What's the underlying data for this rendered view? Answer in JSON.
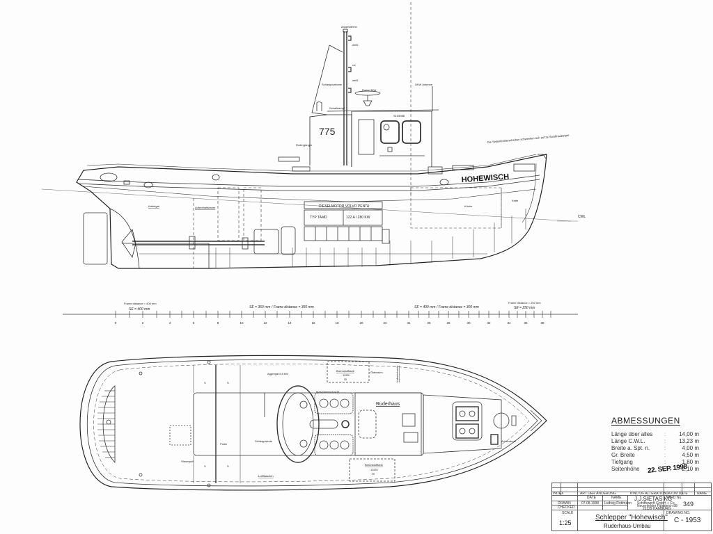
{
  "drawing": {
    "vessel_name": "HOHEWISCH",
    "hull_number_mark": "775",
    "wheelhouse_id": "S105988",
    "note_top_right": "Die Seitenfensterscheiben schwenken sich auf 3s Sandfraudanger",
    "mast_labels": [
      "Ankerlaterne",
      "weiß",
      "rot",
      "weiß"
    ],
    "labels_side": {
      "schleppturm": "Schleppturfonne",
      "antenna": "UKW Antenne",
      "radar": "Radar 36W",
      "funnel": "Schalldampf",
      "rudder_room": "Rudergänger",
      "kabelgat": "Kabelgat",
      "aufenthalt": "Aufenthaltsraum",
      "kueche": "Küche",
      "kette": "Kette",
      "cwl": "CWL"
    },
    "engine": {
      "line1": "DIESELMOTOR VOLVO PENTA",
      "line2": "TYP TAMD",
      "line3": "122 A / 280 KW"
    },
    "frame_scale": {
      "segments": [
        {
          "top": "Frame distance = 400 mm",
          "bottom": "SE = 400 mm"
        },
        {
          "top": "",
          "bottom": "SE = 350 mm / Frame distance = 350 mm"
        },
        {
          "top": "",
          "bottom": "SE = 400 mm / Frame distance = 300 mm"
        },
        {
          "top": "Frame distance = 250 mm",
          "bottom": "SE = 250 mm"
        }
      ],
      "ticks": [
        "0",
        "2",
        "4",
        "6",
        "8",
        "10",
        "12",
        "14",
        "16",
        "18",
        "20",
        "22",
        "31",
        "26",
        "28",
        "30",
        "32",
        "34",
        "36",
        "38"
      ]
    },
    "labels_plan": {
      "aggregat": "Aggregat 6,5 kW",
      "tank_top": "Brennstofftank",
      "tank_top_vol": "1025 l",
      "tank_top_sub": "Öl",
      "tank_bottom": "Brennstofftank",
      "tank_bottom_vol": "1025 l",
      "tank_bottom_sub": "Öl",
      "oelraum": "Ölabraum",
      "kabelsch": "Kabelschacht",
      "ruderhaus": "Ruderhaus",
      "luftflaschen": "Luftflaschen",
      "schlepper": "Schleppwinde",
      "poller": "Poller",
      "s": "S",
      "masch": "Maschinenschacht",
      "steuer": "Steuerpult",
      "ankerwinde": "Ankerwinde"
    }
  },
  "dimensions": {
    "title": "ABMESSUNGEN",
    "rows": [
      {
        "label": "Länge über alles",
        "value": "14,00 m"
      },
      {
        "label": "Länge C.W.L.",
        "value": "13,23 m"
      },
      {
        "label": "Breite a. Spt. n.",
        "value": "4,00 m"
      },
      {
        "label": "Gr. Breite",
        "value": "4,50 m"
      },
      {
        "label": "Tiefgang",
        "value": "1,80 m"
      },
      {
        "label": "Seitenhöhe",
        "value": "2,10 m"
      }
    ],
    "stamp": "22. SEP. 1998"
  },
  "title_block": {
    "rev_header": [
      "INDEX",
      "ART DER ÄNDERUNG",
      "KIND OF ALTERATION",
      "DATUM DATE",
      "NAME"
    ],
    "drawn_label": "DRAWN",
    "checked_label": "CHECKED",
    "date_label": "DATE",
    "name_label": "NAME",
    "drawn_date": "07.08.1998",
    "drawn_name": "Ludwig Rottmann",
    "company": "J.J.SIETAS KG",
    "company_line2": "Schiffswerft GmbH + Co.",
    "company_line3": "Neuenfelder Fährdeich 88",
    "company_line4": "21129 HAMBURG",
    "yard_no_label": "YARD No.",
    "yard_no": "349",
    "scale_label": "SCALE",
    "scale": "1:25",
    "title": "Schlepper \"Hohewisch\"",
    "subtitle": "Ruderhaus-Umbau",
    "drawing_no_label": "DRAWING NO.",
    "drawing_no": "C - 1953"
  }
}
